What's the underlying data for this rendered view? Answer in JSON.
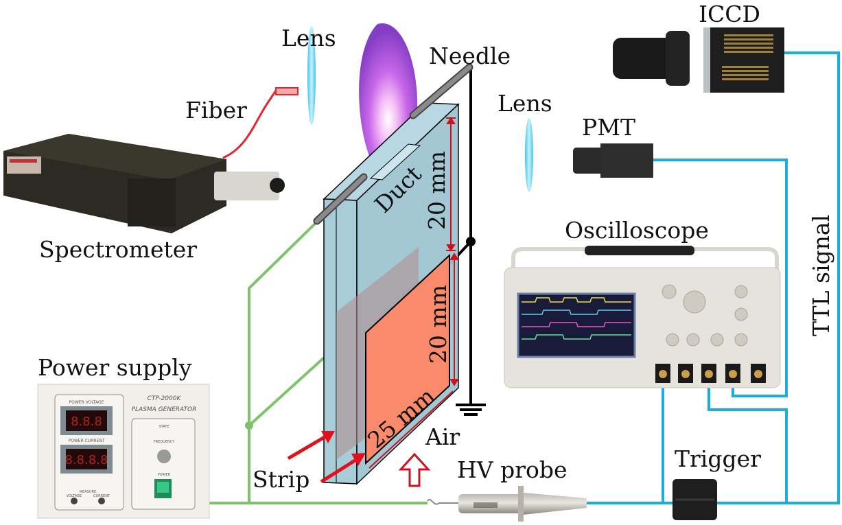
{
  "figure": {
    "type": "experimental-setup-diagram",
    "labels": {
      "lens_left": "Lens",
      "lens_right": "Lens",
      "needle": "Needle",
      "fiber": "Fiber",
      "spectrometer": "Spectrometer",
      "duct": "Duct",
      "dim_upper": "20 mm",
      "dim_lower": "20 mm",
      "dim_width": "25 mm",
      "air": "Air",
      "strip": "Strip",
      "hv_probe": "HV probe",
      "power_supply": "Power supply",
      "iccd": "ICCD",
      "pmt": "PMT",
      "oscilloscope": "Oscilloscope",
      "trigger": "Trigger",
      "ttl_signal": "TTL signal"
    },
    "power_supply_panel": {
      "model": "CTP-2000K",
      "name": "PLASMA GENERATOR",
      "voltage_label": "POWER VOLTAGE",
      "current_label": "POWER CURRENT",
      "voltage_display": "8.8.8",
      "current_display": "8.8.8.8",
      "state_label": "STATE",
      "frequency_label": "FREQUENCY",
      "power_label": "POWER",
      "measure_label": "MEASURE",
      "measure_voltage": "VOLTAGE",
      "measure_current": "CURRENT"
    },
    "colors": {
      "signal_cable": "#1aaee0",
      "hv_cable": "#7cc36a",
      "fiber": "#e8242c",
      "electrode": "#f98b6c",
      "duct": "#a8ccd8",
      "dimension": "#c8141e",
      "plasma": "#9b3fd8",
      "lens": "#4fd0f0"
    }
  }
}
